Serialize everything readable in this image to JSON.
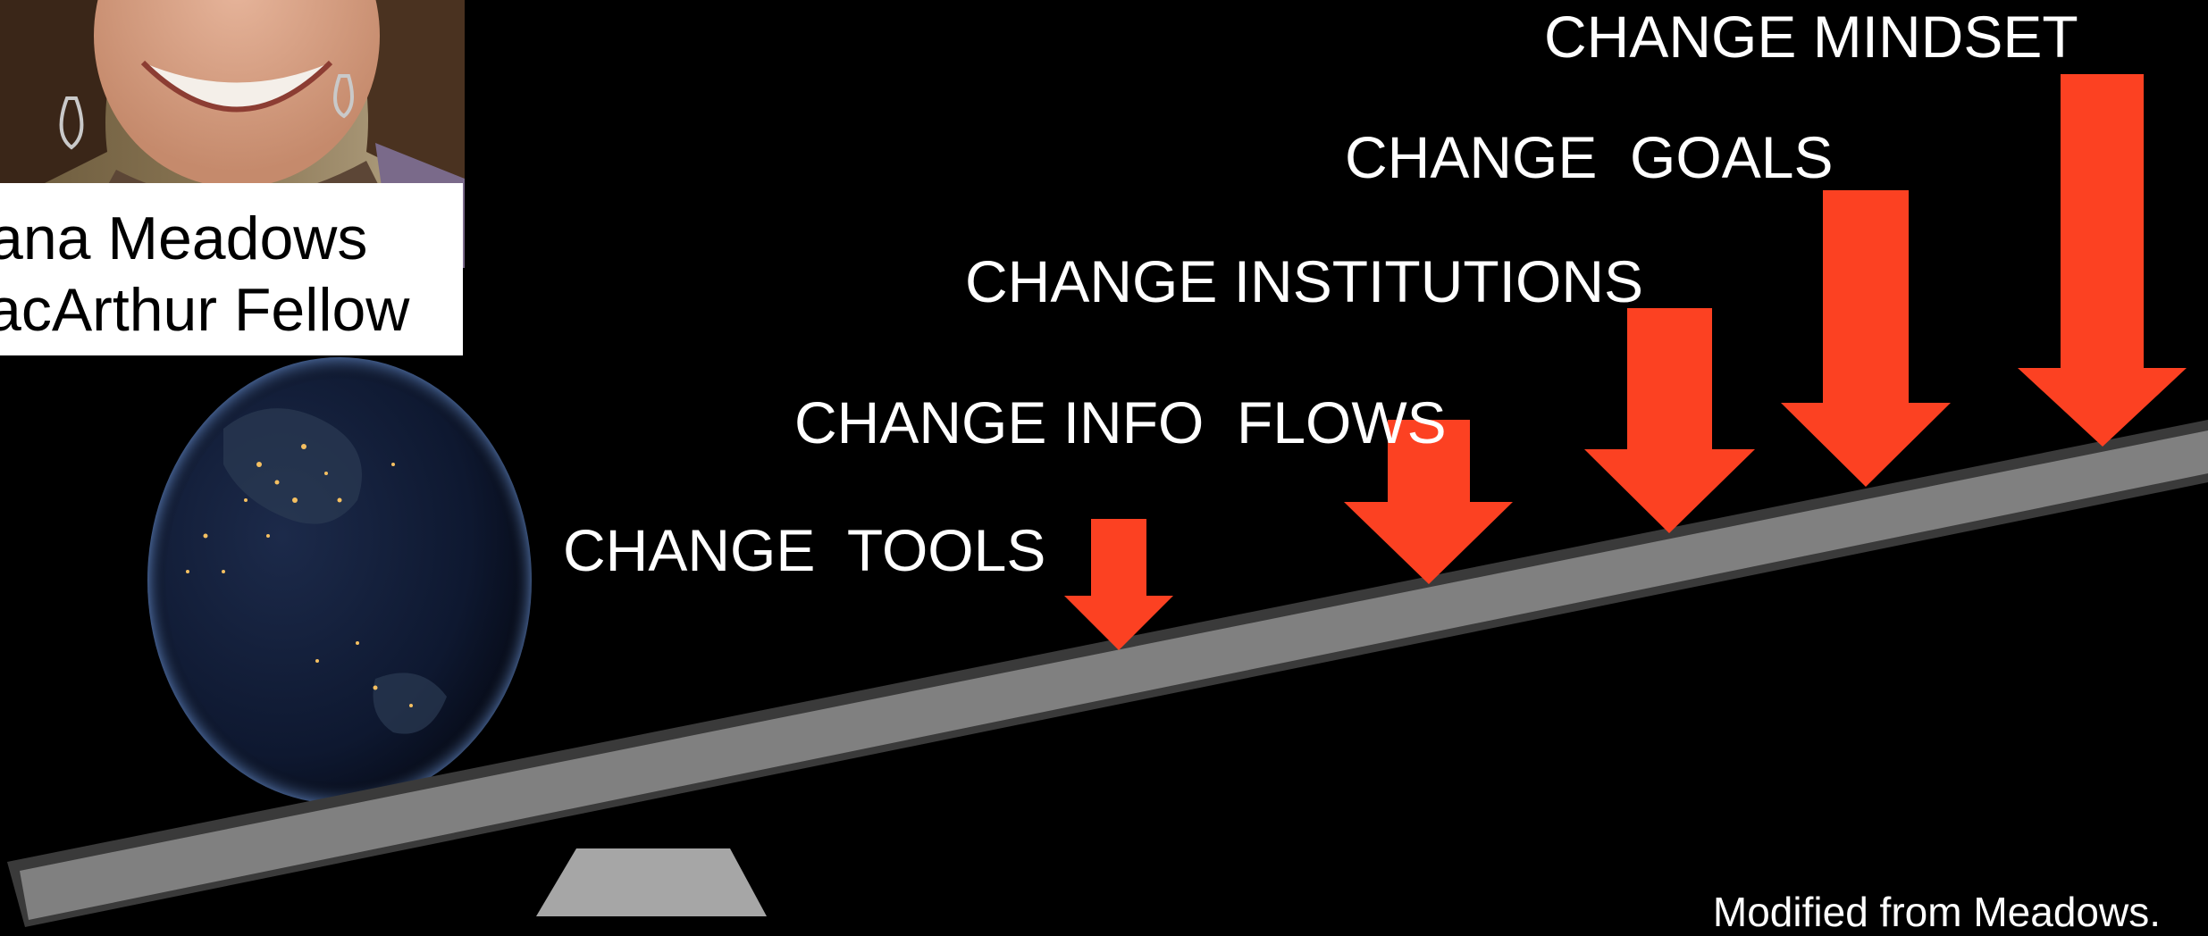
{
  "caption": {
    "line1": "ana Meadows",
    "line2": "acArthur Fellow"
  },
  "levers": [
    {
      "label": "CHANGE  TOOLS"
    },
    {
      "label": "CHANGE INFO  FLOWS"
    },
    {
      "label": "CHANGE INSTITUTIONS"
    },
    {
      "label": "CHANGE  GOALS"
    },
    {
      "label": "CHANGE MINDSET"
    }
  ],
  "credit": "Modified from Meadows.",
  "colors": {
    "background": "#000000",
    "arrow": "#fc4122",
    "beam": "#808080",
    "fulcrum": "#a6a6a6",
    "text": "#ffffff"
  },
  "icons": {
    "portrait": "person-photo",
    "earth": "earth-at-night-globe",
    "arrows": "down-arrow",
    "fulcrum": "trapezoid-pivot"
  }
}
